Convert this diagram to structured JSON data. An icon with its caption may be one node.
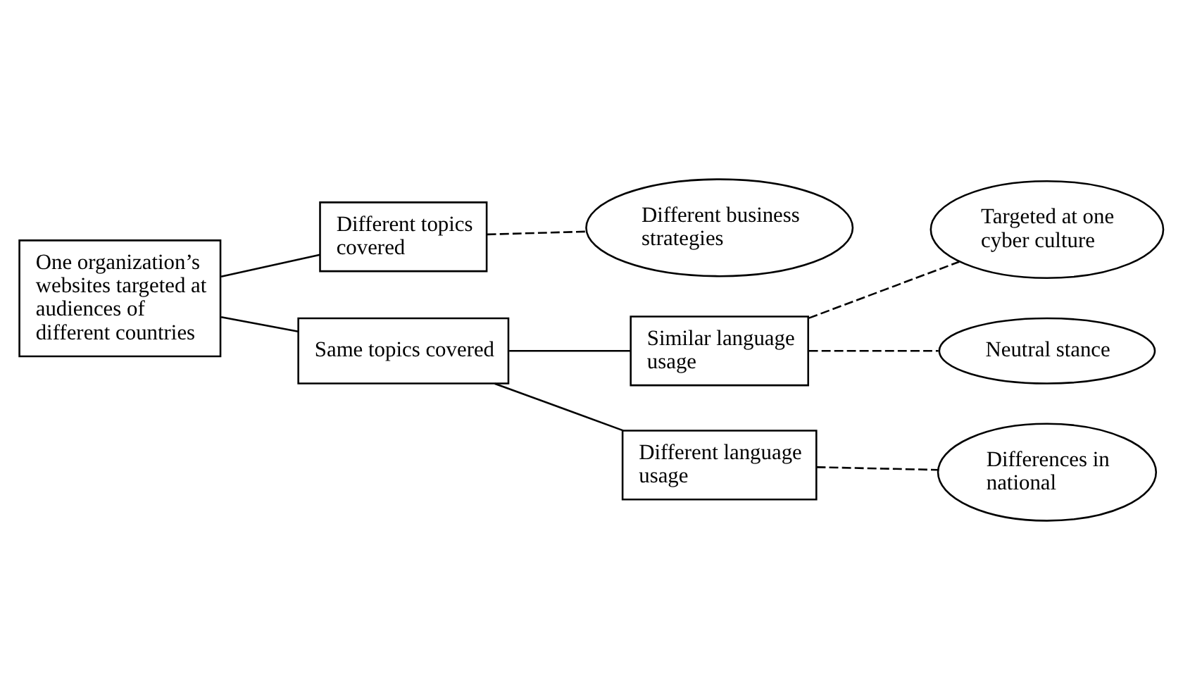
{
  "diagram": {
    "nodes": [
      {
        "text": [
          "One organization’s websites targeted at audiences of different countries"
        ]
      },
      {
        "text": [
          "Different topics covered"
        ]
      },
      {
        "text": [
          "Different business strategies"
        ]
      },
      {
        "text": [
          "Same topics covered"
        ]
      },
      {
        "text": [
          "Similar language usage"
        ]
      },
      {
        "text": [
          "Targeted at one cyber culture"
        ]
      },
      {
        "text": [
          "Neutral stance"
        ]
      },
      {
        "text": [
          "Different language usage"
        ]
      },
      {
        "text": [
          "Differences in national"
        ]
      }
    ],
    "edges": [
      {
        "from": 0,
        "to": 1,
        "arrow": "none"
      },
      {
        "from": 0,
        "to": 3,
        "arrow": "none"
      },
      {
        "from": 1,
        "to": 2,
        "arrow": "none",
        "style": "dashed"
      },
      {
        "from": 3,
        "to": 4,
        "arrow": "none"
      },
      {
        "from": 3,
        "to": 7,
        "arrow": "none"
      },
      {
        "from": 4,
        "to": 5,
        "arrow": "none",
        "style": "dashed"
      },
      {
        "from": 4,
        "to": 6,
        "arrow": "none",
        "style": "dashed"
      },
      {
        "from": 7,
        "to": 8,
        "arrow": "none",
        "style": "dashed"
      }
    ]
  }
}
